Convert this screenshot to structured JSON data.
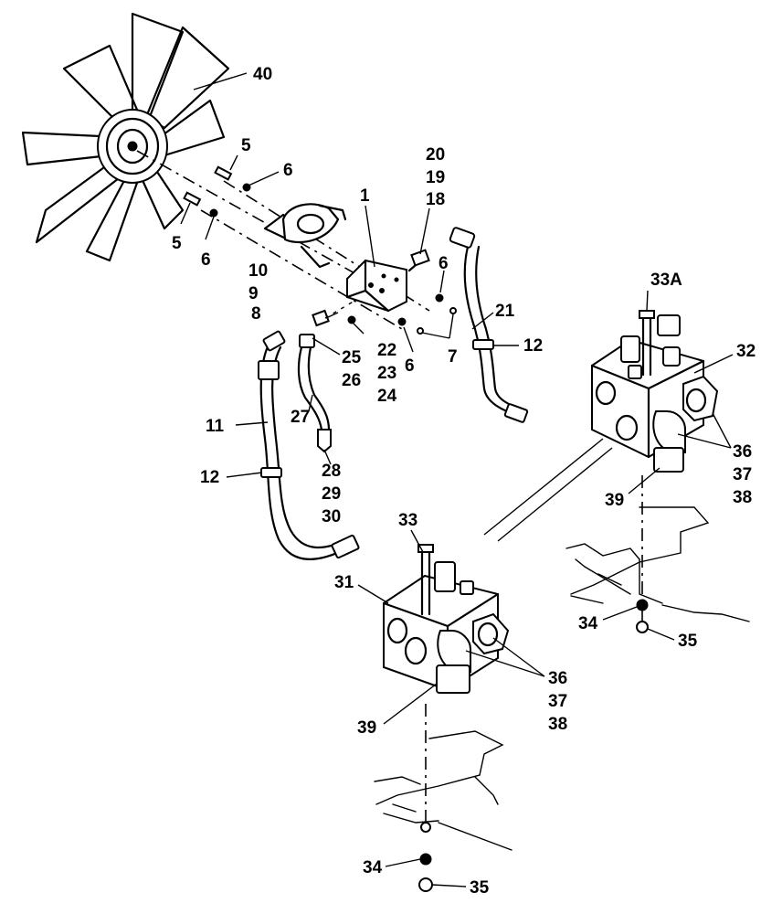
{
  "callouts": {
    "c40": "40",
    "c5a": "5",
    "c6a": "6",
    "c5b": "5",
    "c6b": "6",
    "c1": "1",
    "c20": "20",
    "c19": "19",
    "c18": "18",
    "c10": "10",
    "c9": "9",
    "c6c": "6",
    "c8": "8",
    "c21": "21",
    "c33a": "33A",
    "c25": "25",
    "c26": "26",
    "c22": "22",
    "c23": "23",
    "c24": "24",
    "c6d": "6",
    "c7": "7",
    "c12a": "12",
    "c32": "32",
    "c11": "11",
    "c27": "27",
    "c12b": "12",
    "c28": "28",
    "c29": "29",
    "c30": "30",
    "c36a": "36",
    "c37a": "37",
    "c38a": "38",
    "c39a": "39",
    "c33": "33",
    "c31": "31",
    "c34a": "34",
    "c35a": "35",
    "c36b": "36",
    "c37b": "37",
    "c38b": "38",
    "c39b": "39",
    "c34b": "34",
    "c35b": "35"
  }
}
